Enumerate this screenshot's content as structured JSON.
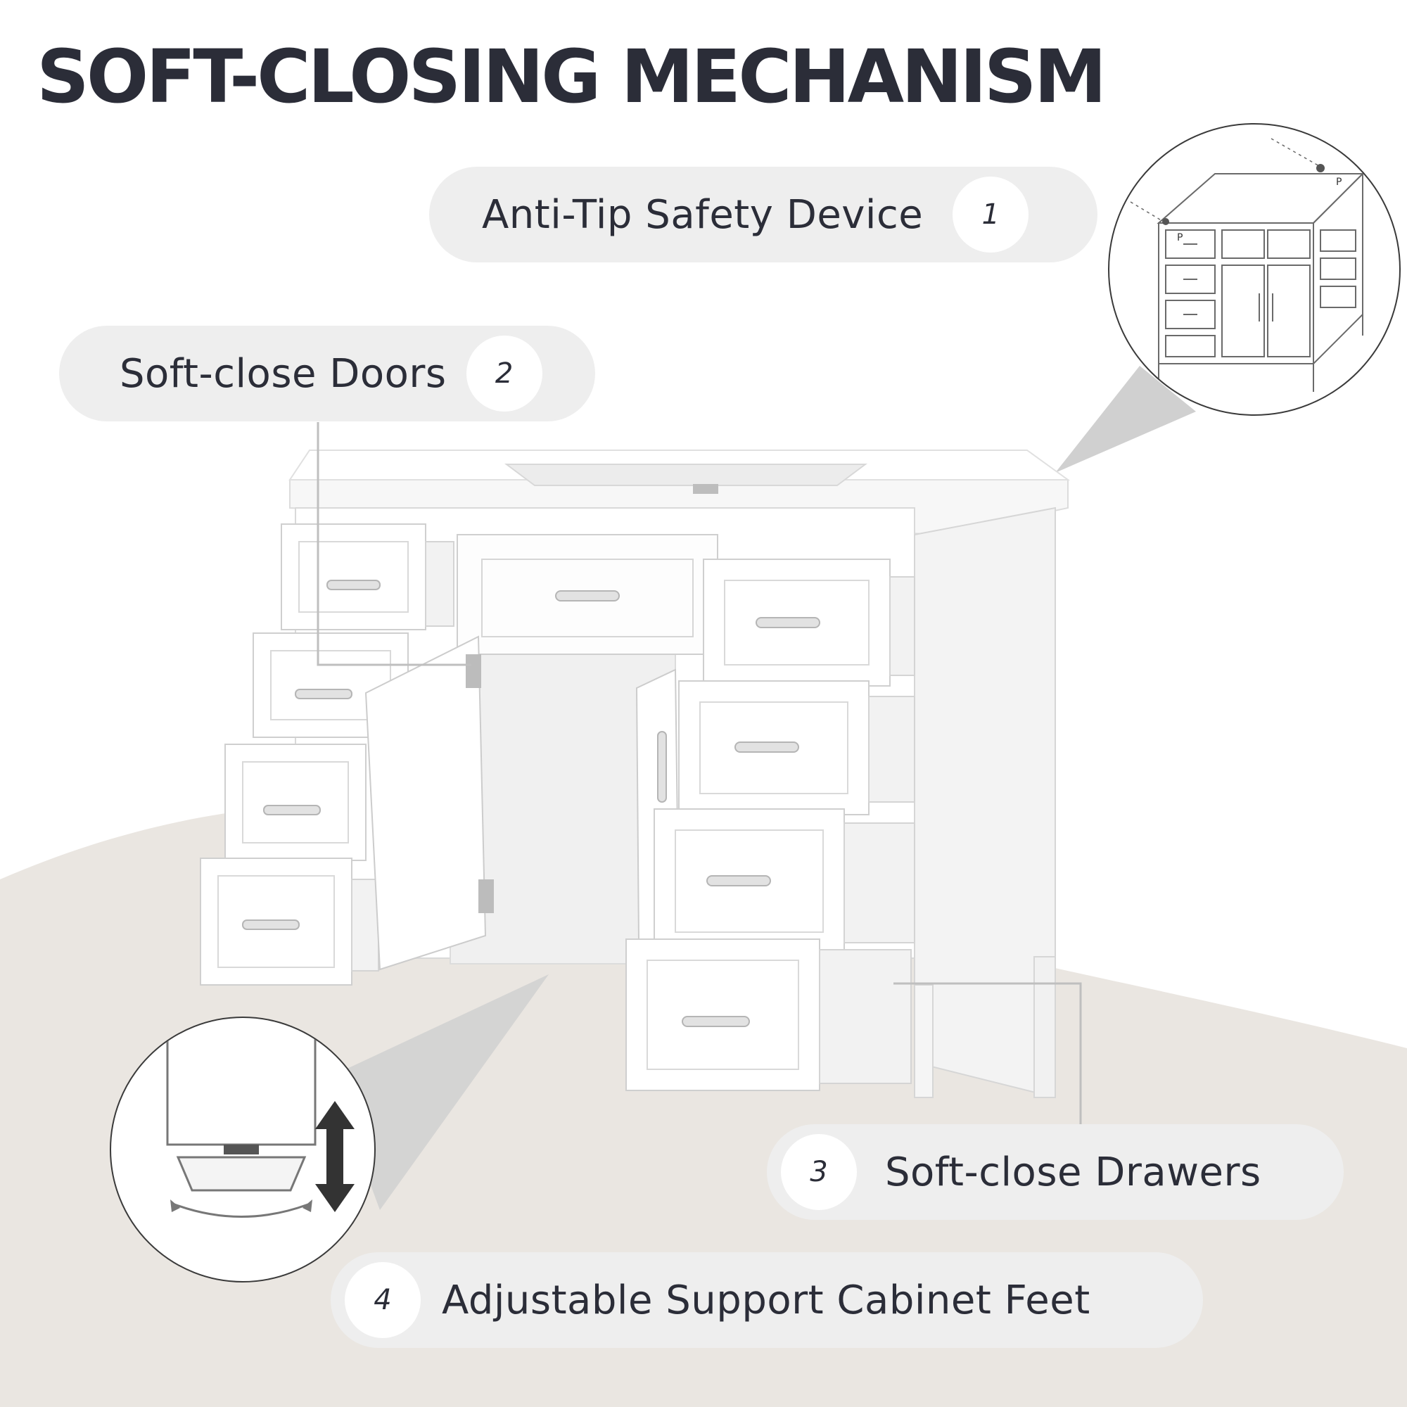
{
  "headline": "SOFT-CLOSING MECHANISM",
  "features": [
    {
      "number": "1",
      "label": "Anti-Tip Safety Device"
    },
    {
      "number": "2",
      "label": "Soft-close Doors"
    },
    {
      "number": "3",
      "label": "Soft-close Drawers"
    },
    {
      "number": "4",
      "label": "Adjustable Support Cabinet Feet"
    }
  ],
  "diagram_marks": [
    "P",
    "P"
  ],
  "colors": {
    "text": "#2b2d38",
    "pill": "#eeeeee",
    "floor": "#eae6e1",
    "cabinet": "#ffffff",
    "callout_shadow": "#d2d2d2"
  }
}
